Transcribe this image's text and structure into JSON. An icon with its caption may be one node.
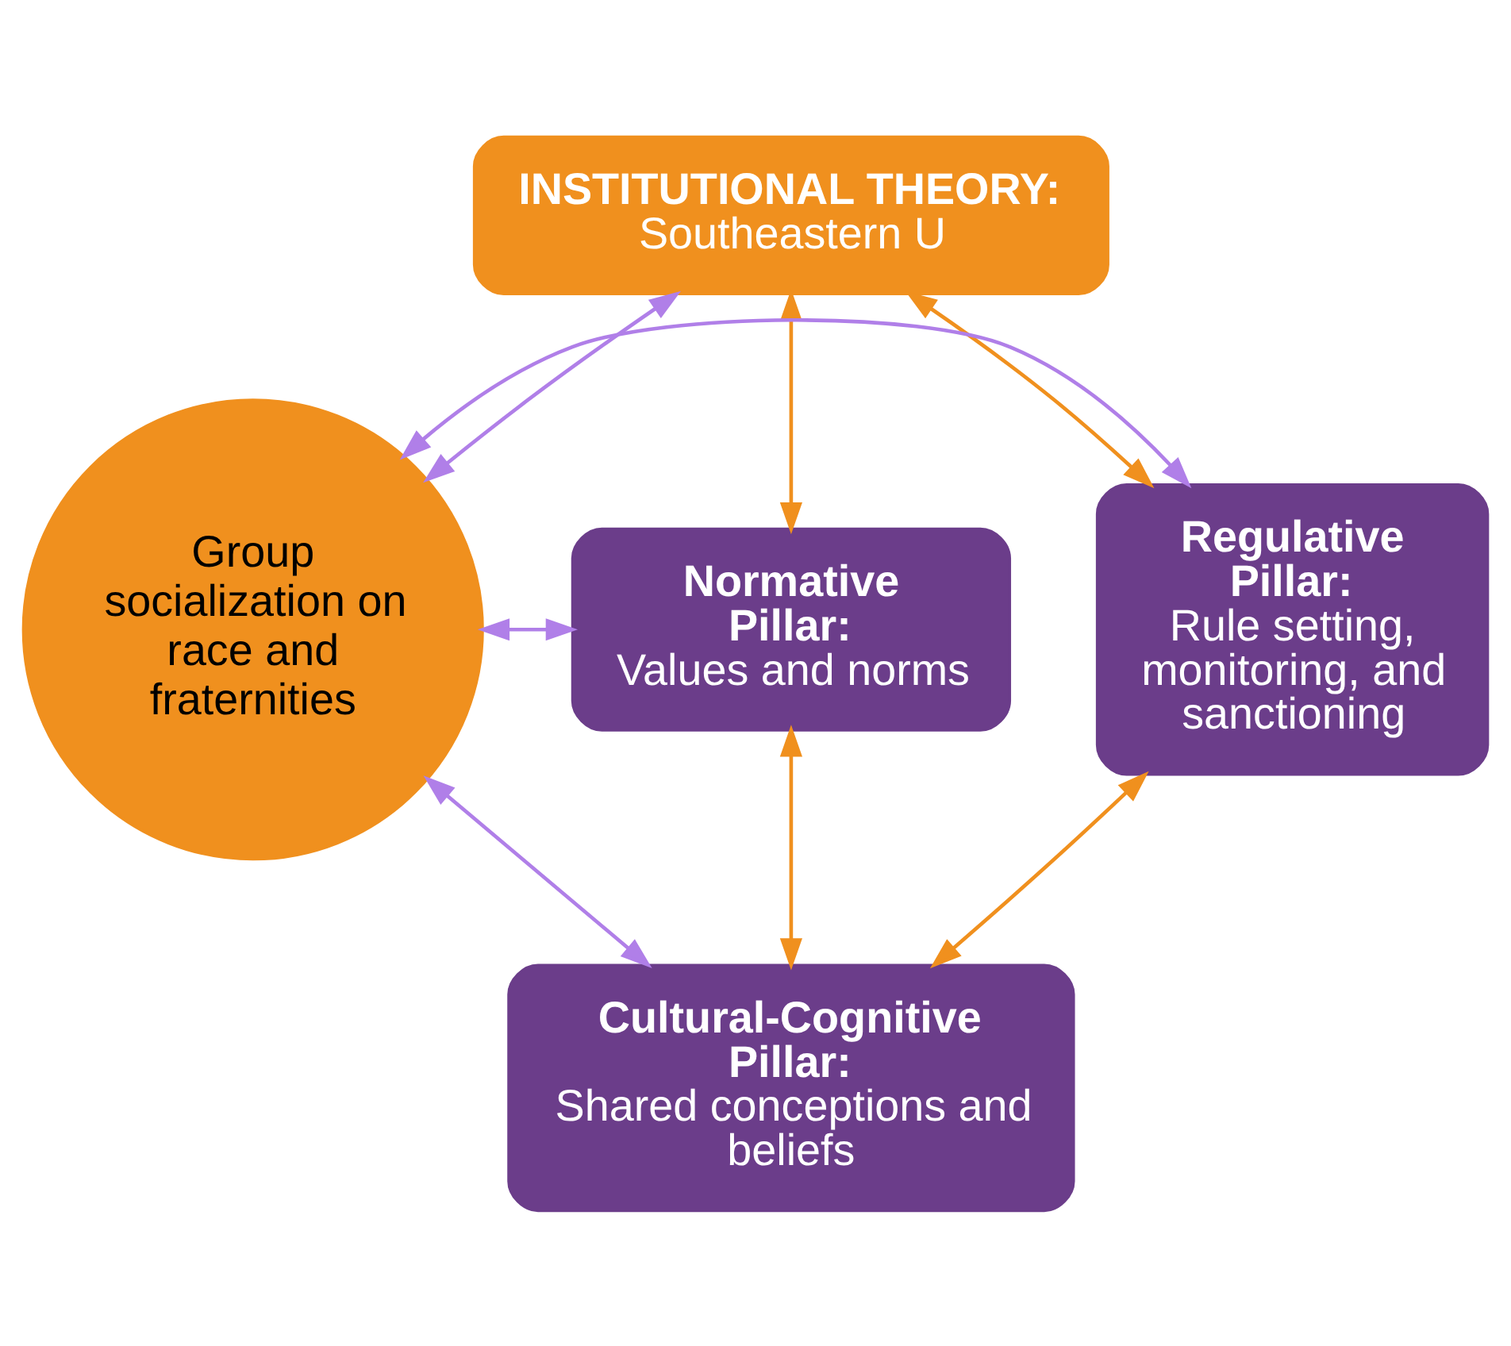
{
  "diagram": {
    "nodes": [
      {
        "text": [
          "INSTITUTIONAL THEORY:",
          "Southeastern U"
        ]
      },
      {
        "text": [
          "Regulative Pillar:",
          "Rule setting, monitoring, and sanctioning"
        ]
      },
      {
        "text": [
          "Group socialization on race and fraternities"
        ]
      },
      {
        "text": [
          "Normative Pillar:",
          "Values and norms"
        ]
      },
      {
        "text": [
          "Cultural-Cognitive Pillar:",
          "Shared conceptions and beliefs"
        ]
      }
    ],
    "edges": [
      {
        "from": 0,
        "to": 1,
        "arrow": "both",
        "color": "#f0901e"
      },
      {
        "from": 0,
        "to": 3,
        "arrow": "both",
        "color": "#f0901e"
      },
      {
        "from": 1,
        "to": 4,
        "arrow": "both",
        "color": "#f0901e"
      },
      {
        "from": 3,
        "to": 4,
        "arrow": "both",
        "color": "#f0901e"
      },
      {
        "from": 2,
        "to": 0,
        "arrow": "both",
        "color": "#b07fe8"
      },
      {
        "from": 2,
        "to": 1,
        "arrow": "both",
        "color": "#b07fe8"
      },
      {
        "from": 2,
        "to": 3,
        "arrow": "both",
        "color": "#b07fe8"
      },
      {
        "from": 2,
        "to": 4,
        "arrow": "both",
        "color": "#b07fe8"
      }
    ]
  }
}
